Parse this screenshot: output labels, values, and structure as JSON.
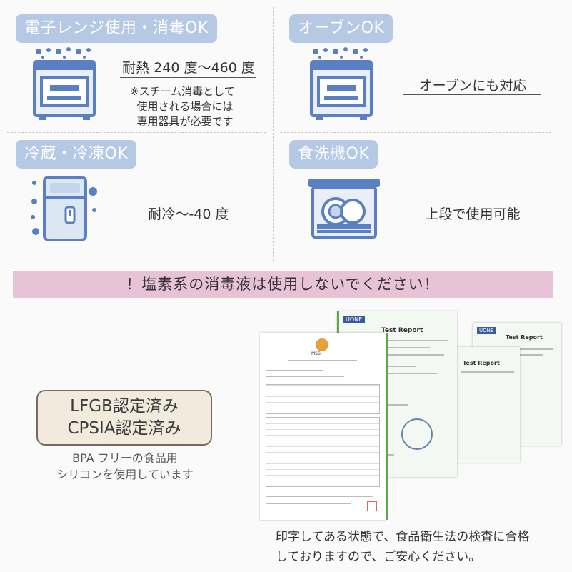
{
  "features": {
    "microwave": {
      "badge": "電子レンジ使用・消毒OK",
      "caption": "耐熱 240 度〜460 度",
      "note": "※スチーム消毒として\n  使用される場合には\n  専用器具が必要です"
    },
    "oven": {
      "badge": "オーブンOK",
      "caption": "オーブンにも対応"
    },
    "freezer": {
      "badge": "冷蔵・冷凍OK",
      "caption": "耐冷〜-40 度"
    },
    "dishwasher": {
      "badge": "食洗機OK",
      "caption": "上段で使用可能"
    }
  },
  "warning": "！塩素系の消毒液は使用しないでください！",
  "certification": {
    "line1": "LFGB認定済み",
    "line2": "CPSIA認定済み",
    "bpa_note": "BPA フリーの食品用\nシリコンを使用しています"
  },
  "documents": {
    "report_title": "Test Report",
    "lab_logo": "UONE",
    "sgs_logo": "MSSI"
  },
  "footer_text": "印字してある状態で、食品衛生法の検査に合格\nしておりますので、ご安心ください。",
  "colors": {
    "badge_bg": "#b5c8e4",
    "icon_blue": "#5a7fc3",
    "warning_bg": "#e8c2d6",
    "cert_bg": "#f2eadd"
  }
}
